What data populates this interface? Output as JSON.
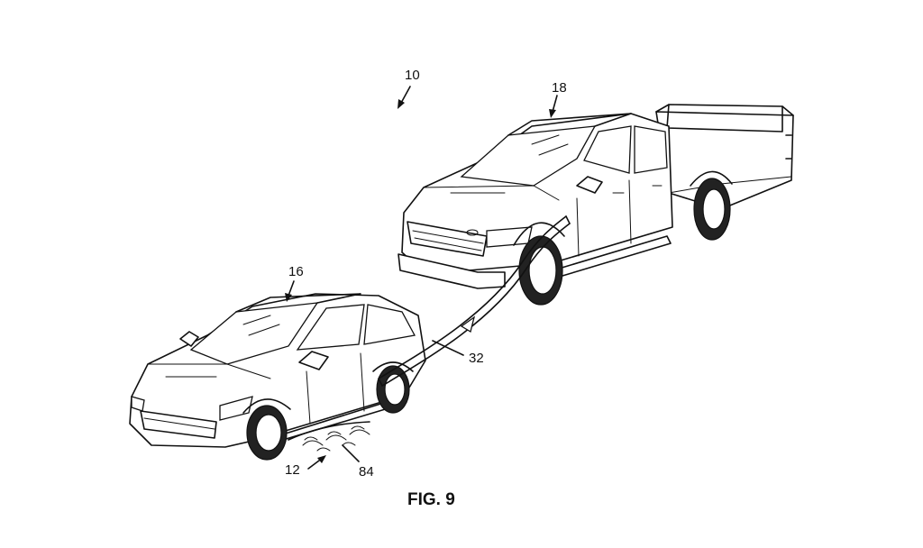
{
  "figure": {
    "system_ref": "10",
    "truck_ref": "18",
    "car_ref": "16",
    "cable_ref": "32",
    "wireless_ref": "12",
    "pad_ref": "84",
    "caption": "FIG. 9"
  }
}
